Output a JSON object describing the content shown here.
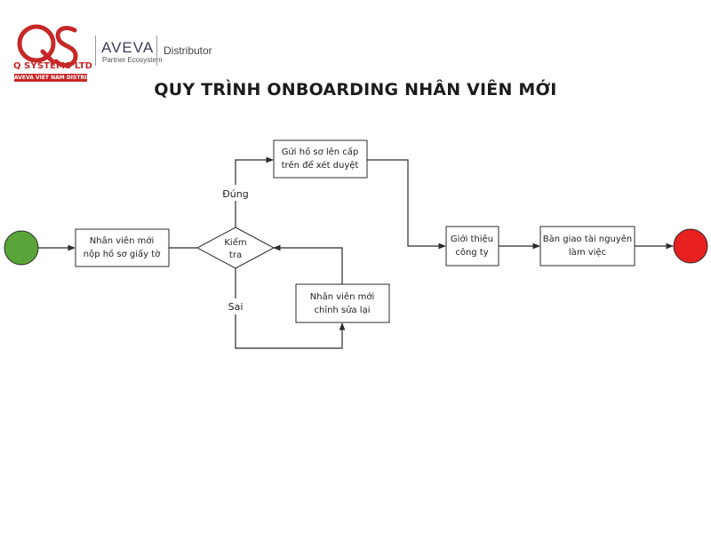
{
  "header": {
    "company": "Q SYSTEMS LTD",
    "tagline": "AVEVA VIET NAM DISTRIBUTOR",
    "partner_name": "AVEVA",
    "partner_sub": "Partner Ecosystem",
    "distributor": "Distributor"
  },
  "title": "QUY TRÌNH ONBOARDING NHÂN VIÊN MỚI",
  "nodes": {
    "start": {
      "color": "#5aa53a"
    },
    "submit": {
      "line1": "Nhân viên mới",
      "line2": "nộp hồ sơ giấy tờ"
    },
    "check": {
      "line1": "Kiểm",
      "line2": "tra"
    },
    "send": {
      "line1": "Gửi hồ sơ lên cấp",
      "line2": "trên để xét duyệt"
    },
    "fix": {
      "line1": "Nhân viên mới",
      "line2": "chỉnh sửa lại"
    },
    "intro": {
      "line1": "Giới thiệu",
      "line2": "công ty"
    },
    "handover": {
      "line1": "Bàn giao tài nguyên",
      "line2": "làm việc"
    },
    "end": {
      "color": "#e82020"
    }
  },
  "edges": {
    "yes_label": "Đúng",
    "no_label": "Sai"
  },
  "colors": {
    "brand_red": "#c62828",
    "stroke": "#2b2b2b"
  }
}
